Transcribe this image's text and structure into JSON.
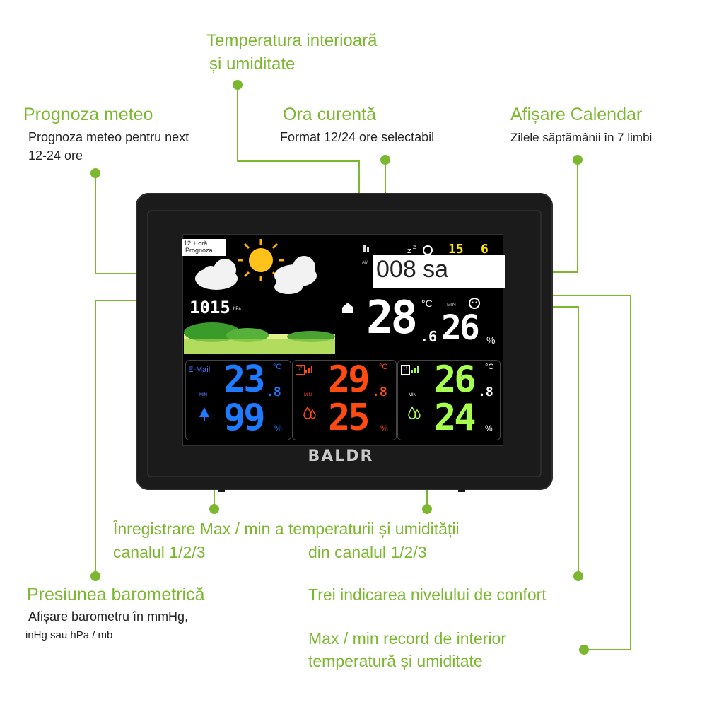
{
  "annotations": {
    "indoor": {
      "title_line1": "Temperatura interioară",
      "title_line2": "și umiditate"
    },
    "forecast": {
      "title": "Prognoza meteo",
      "desc_line1": "Prognoza meteo pentru next",
      "desc_line2": "12-24 ore"
    },
    "time": {
      "title": "Ora curentă",
      "desc": "Format 12/24 ore selectabil"
    },
    "calendar": {
      "title": "Afișare Calendar",
      "desc": "Zilele săptămânii în 7 limbi"
    },
    "maxmin_channel": {
      "line1": "Înregistrare Max / min a temperaturii și umidității",
      "line2a": "canalul 1/2/3",
      "line2b": "din canalul 1/2/3"
    },
    "barometer": {
      "title": "Presiunea barometrică",
      "desc_line1": "Afișare barometru în mmHg,",
      "desc_line2": "inHg sau hPa / mb"
    },
    "comfort": {
      "text": "Trei indicarea nivelului de confort"
    },
    "indoor_record": {
      "line1": "Max / min record de interior",
      "line2": "temperatură și umiditate"
    }
  },
  "device": {
    "brand": "BALDR",
    "screen": {
      "forecast_label_1": "12 + oră",
      "forecast_label_2": "Prognoza",
      "time_text": "008 sa",
      "date_day": "15",
      "date_month": "6",
      "pressure_value": "1015",
      "pressure_unit": "hPa",
      "am": "AM",
      "zz": "z",
      "indoor": {
        "temp": "28",
        "temp_dec": ".6",
        "temp_unit": "°C",
        "hum": "26",
        "hum_unit": "%",
        "min": "MIN"
      },
      "channels": [
        {
          "label": "E-Mail",
          "num": "",
          "min": "MIN",
          "temp": "23",
          "temp_dec": ".8",
          "temp_unit": "°C",
          "hum": "99",
          "hum_unit": "%",
          "color": "#1e7bff"
        },
        {
          "label": "",
          "num": "2",
          "min": "MIN",
          "temp": "29",
          "temp_dec": ".8",
          "temp_unit": "°C",
          "hum": "25",
          "hum_unit": "%",
          "color": "#ff4a12"
        },
        {
          "label": "",
          "num": "3",
          "min": "MIN",
          "temp": "26",
          "temp_dec": ".8",
          "temp_unit": "°C",
          "hum": "24",
          "hum_unit": "%",
          "color": "#a6ff4e"
        }
      ]
    }
  },
  "icons": [
    "sun-icon",
    "cloud-icon",
    "alarm-icon",
    "smiley-icon",
    "house-icon",
    "tree-icon",
    "drop-icon",
    "signal-icon"
  ],
  "colors": {
    "accent_green": "#7cb82f",
    "date_yellow": "#ffe600",
    "time_cream": "#fdf3c0"
  }
}
